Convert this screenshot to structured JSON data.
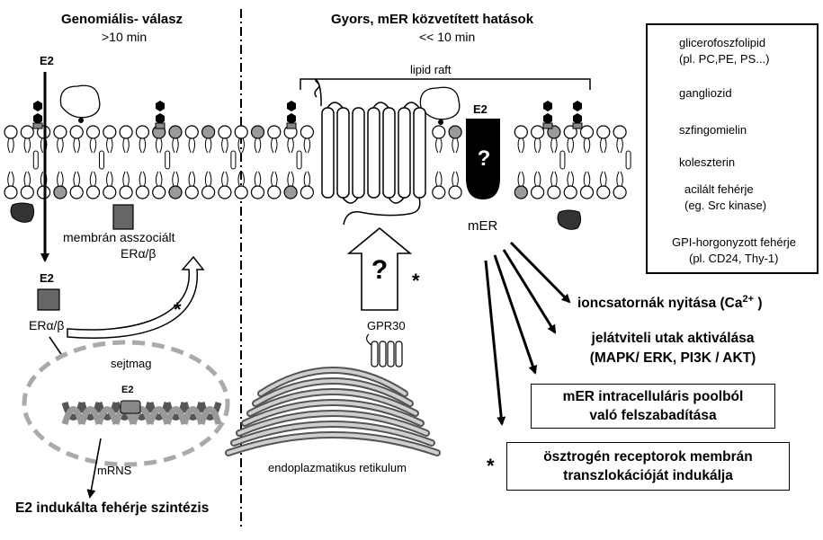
{
  "left_header": {
    "title": "Genomiális- válasz",
    "subtitle": ">10 min"
  },
  "right_header": {
    "title": "Gyors, mER közvetített hatások",
    "subtitle": "<< 10 min"
  },
  "lipid_raft": "lipid raft",
  "e2": "E2",
  "question": "?",
  "membrane_er_label": {
    "line1": "membrán asszociált",
    "line2": "ERα/β"
  },
  "er_ab": "ERα/β",
  "nucleus": "sejtmag",
  "mrns": "mRNS",
  "synthesis": "E2 indukálta fehérje szintézis",
  "gpr30": "GPR30",
  "er_label": "endoplazmatikus retikulum",
  "mer": "mER",
  "effects": {
    "ion": "ioncsatornák nyitása (Ca",
    "ion_sup": "2+",
    "ion_end": " )",
    "signal_line1": "jelátviteli utak aktiválása",
    "signal_line2": "(MAPK/ ERK, PI3K / AKT)",
    "release_line1": "mER intracelluláris poolból",
    "release_line2": "való felszabadítása",
    "transloc_line1": "ösztrogén receptorok membrán",
    "transloc_line2": "transzlokációját indukálja"
  },
  "star": "*",
  "legend": {
    "glycero_1": "glicerofoszfolipid",
    "glycero_2": "(pl. PC,PE, PS...)",
    "ganglio": "gangliozid",
    "sphingo": "szfingomielin",
    "chol": "koleszterin",
    "acyl_1": "acilált fehérje",
    "acyl_2": "(eg. Src kinase)",
    "gpi_1": "GPI-horgonyzott fehérje",
    "gpi_2": "(pl. CD24, Thy-1)"
  },
  "colors": {
    "line": "#000000",
    "gray": "#9a9a9a",
    "dark": "#3a3a3a",
    "light": "#d9d9d9"
  }
}
